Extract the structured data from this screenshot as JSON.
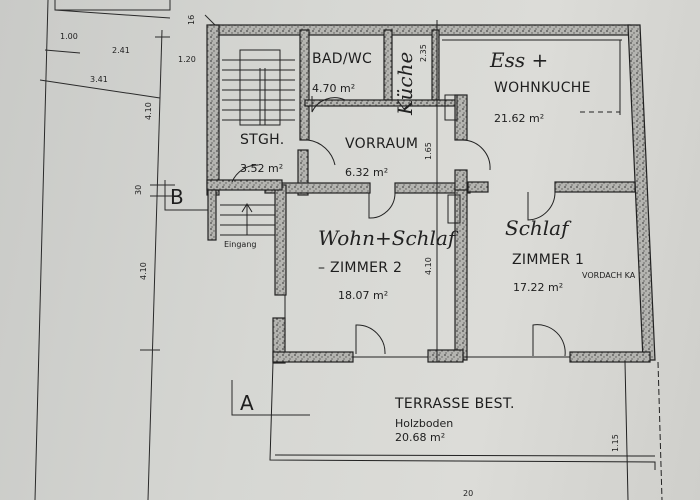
{
  "document": {
    "type": "floor plan",
    "colors": {
      "paper": "#d6d7d3",
      "ink": "#1e1e1e",
      "wall_fill": "#9a9a96"
    }
  },
  "rooms": [
    {
      "id": "stgh",
      "label": "STGH.",
      "area": "3.52 m²"
    },
    {
      "id": "bad",
      "label": "BAD/WC",
      "area": "4.70 m²"
    },
    {
      "id": "kueche",
      "label": "",
      "handwritten": "Küche",
      "dim": "2.35"
    },
    {
      "id": "wohnkueche",
      "label": "WOHNKUCHE",
      "handwritten": "Ess +",
      "area": "21.62 m²"
    },
    {
      "id": "vorraum",
      "label": "VORRAUM",
      "area": "6.32 m²",
      "dim": "1.65"
    },
    {
      "id": "zimmer2",
      "label": "– ZIMMER 2",
      "handwritten": "Wohn+Schlaf",
      "area": "18.07 m²",
      "dim": "4.10"
    },
    {
      "id": "zimmer1",
      "label": "ZIMMER 1",
      "handwritten": "Schlaf",
      "area": "17.22 m²"
    },
    {
      "id": "terrasse",
      "label": "TERRASSE BEST.",
      "sub": "Holzboden",
      "area": "20.68 m²"
    }
  ],
  "annotations": {
    "entrance": "Eingang",
    "canopy": "VORDACH KA",
    "section_a": "A",
    "section_b": "B"
  },
  "dimensions": {
    "d1": "1.00",
    "d2": "2.41",
    "d3": "3.41",
    "d4": "1.20",
    "d5": "4.10",
    "d6": "16",
    "d7": "30",
    "d8": "4.10",
    "d9": "20",
    "d10": "1.15"
  }
}
